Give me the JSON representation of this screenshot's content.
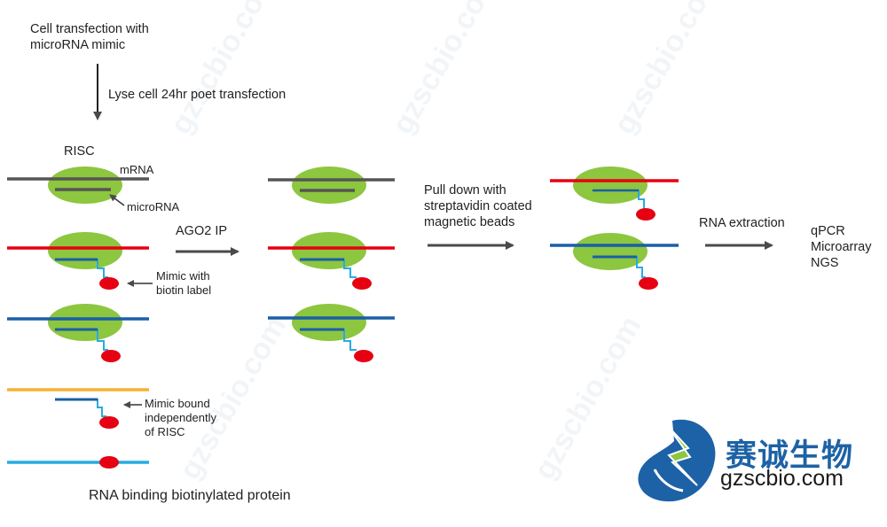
{
  "labels": {
    "transfection": [
      "Cell transfection with",
      "microRNA mimic"
    ],
    "lyse": "Lyse cell 24hr poet transfection",
    "risc": "RISC",
    "mrna": "mRNA",
    "microrna": "microRNA",
    "mimic_biotin": [
      "Mimic with",
      "biotin label"
    ],
    "mimic_indep": [
      "Mimic bound",
      "independently",
      "of RISC"
    ],
    "rbp": "RNA binding biotinylated protein",
    "ago2": "AGO2 IP",
    "pulldown": [
      "Pull down with",
      "streptavidin coated",
      "magnetic beads"
    ],
    "rna_extraction": "RNA extraction",
    "outputs": [
      "qPCR",
      "Microarray",
      "NGS"
    ]
  },
  "brand": {
    "name_cn": "赛诚生物",
    "url": "gzscbio.com"
  },
  "colors": {
    "risc_green": "#8dc63f",
    "grey_strand": "#555555",
    "red_strand": "#e60012",
    "blue_strand": "#1a5fa8",
    "orange_strand": "#f7b033",
    "light_blue_strand": "#29abe2",
    "biotin_red": "#e60012",
    "arrow_grey": "#4a4a4a",
    "logo_blue": "#1d62a6",
    "logo_green": "#8dc63f"
  }
}
